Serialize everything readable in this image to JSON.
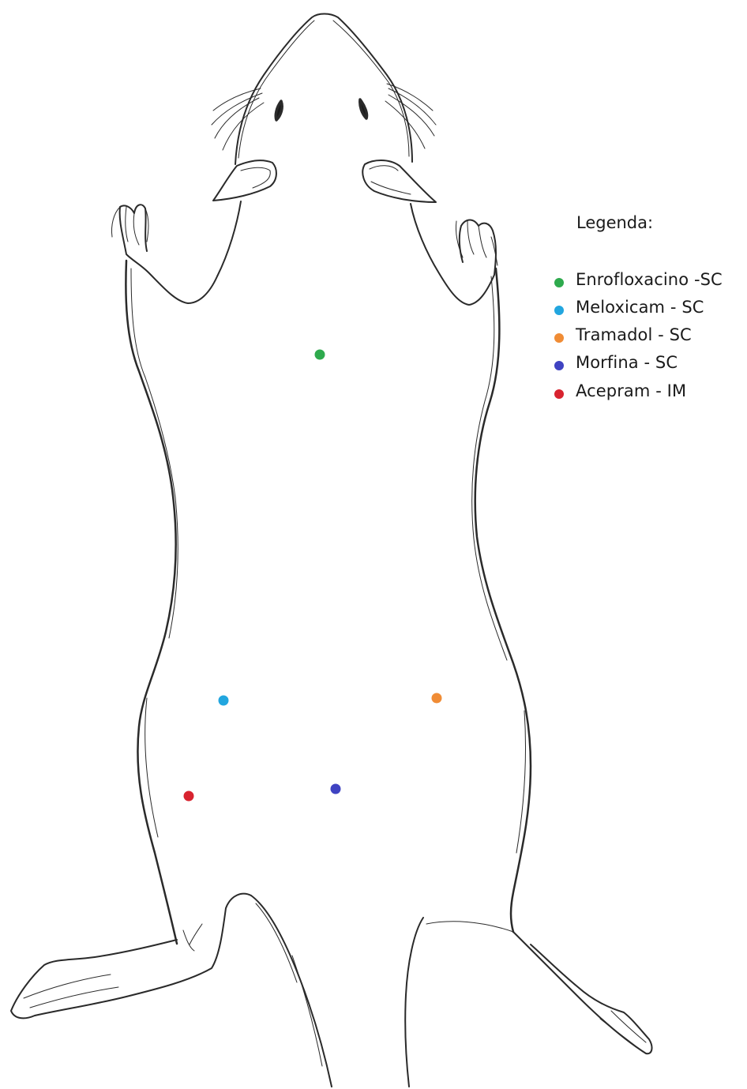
{
  "legend": {
    "title": "Legenda:",
    "items": [
      {
        "label": "Enrofloxacino -SC",
        "color": "#2eaa4d"
      },
      {
        "label": "Meloxicam - SC",
        "color": "#22a6df"
      },
      {
        "label": "Tramadol - SC",
        "color": "#f08c35"
      },
      {
        "label": "Morfina - SC",
        "color": "#3f43c2"
      },
      {
        "label": "Acepram - IM",
        "color": "#d8232f"
      }
    ]
  },
  "injection_sites": [
    {
      "drug": "Enrofloxacino",
      "route": "SC",
      "color": "#2eaa4d"
    },
    {
      "drug": "Meloxicam",
      "route": "SC",
      "color": "#22a6df"
    },
    {
      "drug": "Tramadol",
      "route": "SC",
      "color": "#f08c35"
    },
    {
      "drug": "Morfina",
      "route": "SC",
      "color": "#3f43c2"
    },
    {
      "drug": "Acepram",
      "route": "IM",
      "color": "#d8232f"
    }
  ]
}
